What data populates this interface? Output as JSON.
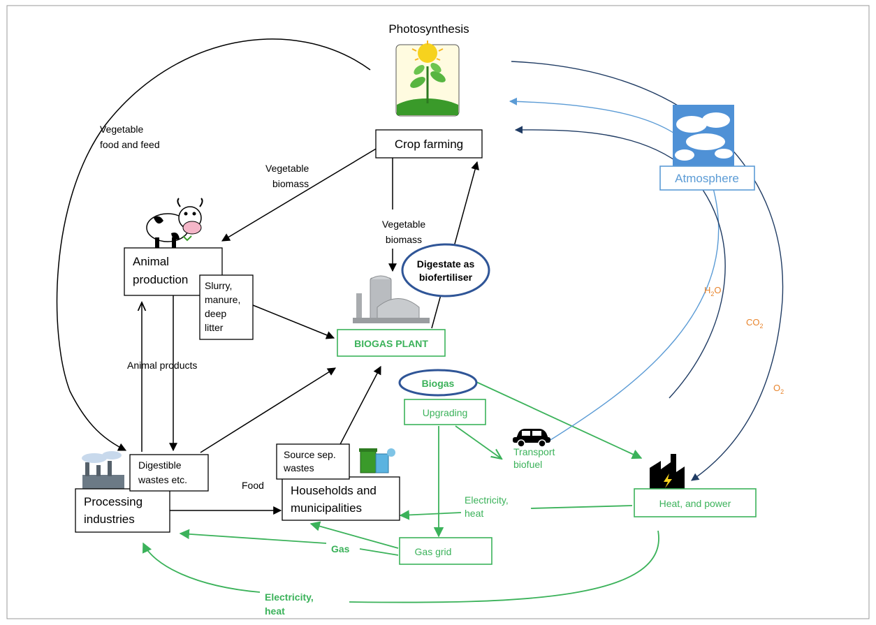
{
  "diagram": {
    "photosynthesis": "Photosynthesis",
    "crop_farming": "Crop farming",
    "atmosphere": "Atmosphere",
    "animal_production": [
      "Animal",
      "production"
    ],
    "slurry": [
      "Slurry,",
      "manure,",
      "deep",
      "litter"
    ],
    "biogas_plant": "BIOGAS PLANT",
    "digestate": [
      "Digestate as",
      "biofertiliser"
    ],
    "biogas": "Biogas",
    "upgrading": "Upgrading",
    "transport_biofuel": [
      "Transport",
      "biofuel"
    ],
    "heat_power": "Heat, and power",
    "processing_industries": [
      "Processing",
      "industries"
    ],
    "digestible_wastes": [
      "Digestible",
      "wastes etc."
    ],
    "households": [
      "Households and",
      "municipalities"
    ],
    "source_sep": [
      "Source sep.",
      "wastes"
    ],
    "gas_grid": "Gas grid",
    "labels": {
      "veg_food_feed": [
        "Vegetable",
        "food and feed"
      ],
      "veg_biomass_left": [
        "Vegetable",
        "biomass"
      ],
      "veg_biomass_center": [
        "Vegetable",
        "biomass"
      ],
      "animal_products": "Animal products",
      "food": "Food",
      "electricity_heat_mid": [
        "Electricity,",
        "heat"
      ],
      "gas": "Gas",
      "electricity_heat_bottom": [
        "Electricity,",
        "heat"
      ]
    },
    "gases": {
      "h2o": {
        "main": "H",
        "sub": "2",
        "tail": "O"
      },
      "co2": {
        "main": "CO",
        "sub": "2"
      },
      "o2": {
        "main": "O",
        "sub": "2"
      }
    },
    "colors": {
      "green": "#3bb25a",
      "blue": "#5b9bd5",
      "navy": "#1f3b63",
      "orange": "#e8842c",
      "digestate_ring": "#2f5597"
    },
    "icons": [
      "photosynthesis-icon",
      "cloud-icon",
      "cow-icon",
      "biogas-plant-icon",
      "factory-icon",
      "car-icon",
      "power-plant-icon",
      "recycling-bins-icon"
    ]
  }
}
